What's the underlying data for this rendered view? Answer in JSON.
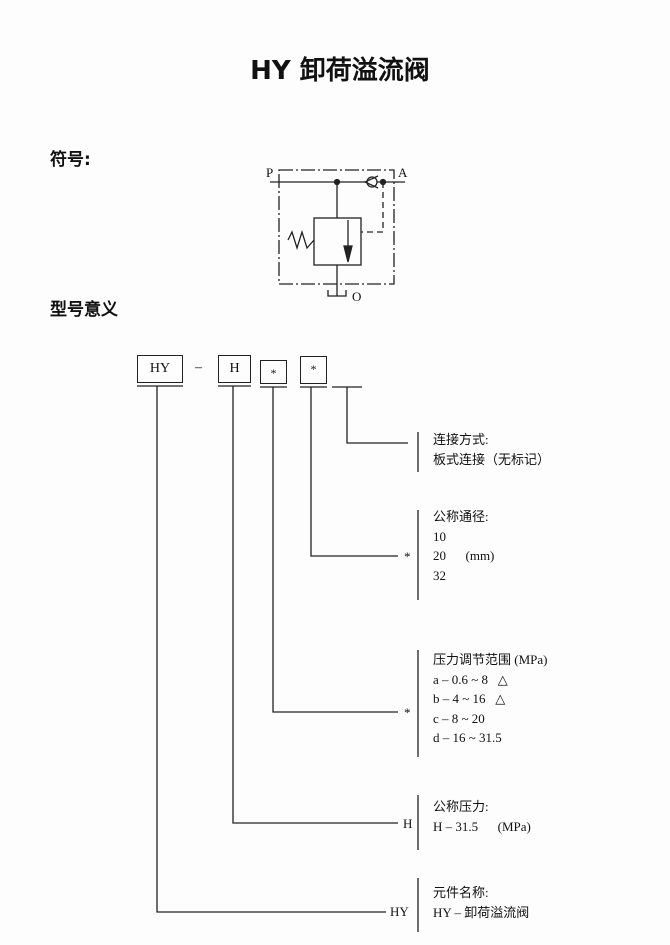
{
  "title": "HY 卸荷溢流阀",
  "symbol_heading": "符号:",
  "symbol": {
    "port_p": "P",
    "port_a": "A",
    "port_o": "O"
  },
  "model_heading": "型号意义",
  "code": {
    "hy": "HY",
    "dash": "–",
    "h": "H",
    "star1": "*",
    "star2": "*"
  },
  "groups": [
    {
      "marker": "",
      "lines": [
        "连接方式:",
        "板式连接（无标记）"
      ]
    },
    {
      "marker": "*",
      "lines": [
        "公称通径:",
        "10",
        "20      (mm)",
        "32"
      ]
    },
    {
      "marker": "*",
      "lines": [
        "压力调节范围 (MPa)",
        "a – 0.6 ~ 8   △",
        "b – 4 ~ 16   △",
        "c – 8 ~ 20",
        "d – 16 ~ 31.5"
      ]
    },
    {
      "marker": "H",
      "lines": [
        "公称压力:",
        "H – 31.5      (MPa)"
      ]
    },
    {
      "marker": "HY",
      "lines": [
        "元件名称:",
        "HY – 卸荷溢流阀"
      ]
    }
  ]
}
